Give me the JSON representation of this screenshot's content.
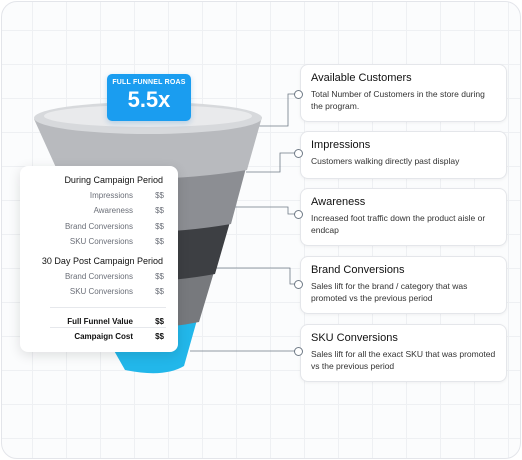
{
  "roas": {
    "label": "FULL FUNNEL ROAS",
    "value": "5.5x"
  },
  "summary": {
    "during_heading": "During Campaign Period",
    "during_rows": [
      {
        "label": "Impressions",
        "value": "$$"
      },
      {
        "label": "Awareness",
        "value": "$$"
      },
      {
        "label": "Brand Conversions",
        "value": "$$"
      },
      {
        "label": "SKU Conversions",
        "value": "$$"
      }
    ],
    "post_heading": "30 Day Post Campaign Period",
    "post_rows": [
      {
        "label": "Brand Conversions",
        "value": "$$"
      },
      {
        "label": "SKU Conversions",
        "value": "$$"
      }
    ],
    "totals": [
      {
        "label": "Full Funnel Value",
        "value": "$$"
      },
      {
        "label": "Campaign Cost",
        "value": "$$"
      }
    ]
  },
  "stages": [
    {
      "title": "Available Customers",
      "description": "Total Number of Customers in the store during the program."
    },
    {
      "title": "Impressions",
      "description": "Customers walking directly past display"
    },
    {
      "title": "Awareness",
      "description": "Increased foot traffic down the product aisle or endcap"
    },
    {
      "title": "Brand Conversions",
      "description": "Sales lift for the brand / category that was promoted vs the previous period"
    },
    {
      "title": "SKU Conversions",
      "description": "Sales lift for all the exact SKU that was promoted vs the previous period"
    }
  ],
  "colors": {
    "accent": "#1a9df0",
    "funnel_layers": [
      "#b9bbbf",
      "#8e9095",
      "#3e4044",
      "#75777b",
      "#22b7ea"
    ],
    "connector": "#6f7a86"
  }
}
